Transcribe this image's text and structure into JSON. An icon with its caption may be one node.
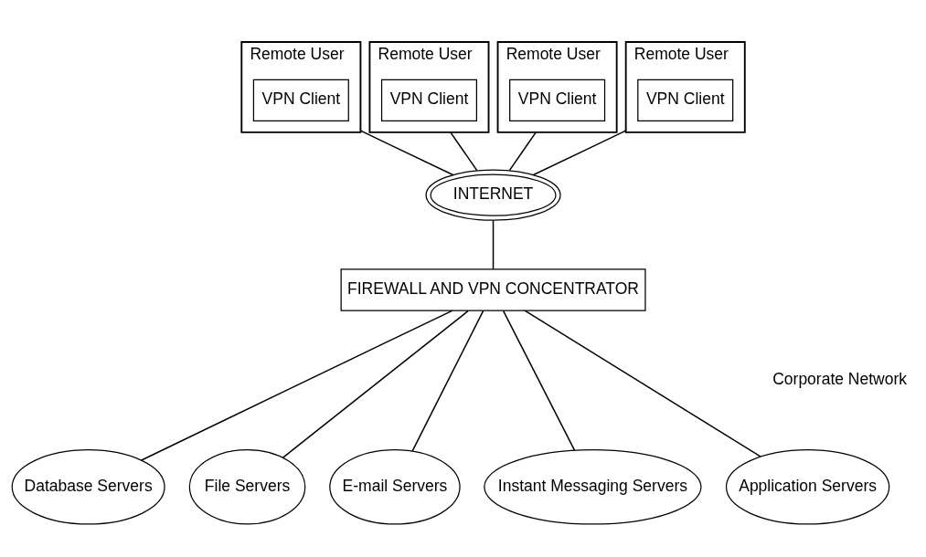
{
  "diagram": {
    "nodes": [
      {
        "text": [
          "Remote User"
        ]
      },
      {
        "text": [
          "VPN Client"
        ],
        "in": 0
      },
      {
        "text": [
          "Remote User"
        ]
      },
      {
        "text": [
          "VPN Client"
        ],
        "in": 2
      },
      {
        "text": [
          "Remote User"
        ]
      },
      {
        "text": [
          "VPN Client"
        ],
        "in": 4
      },
      {
        "text": [
          "Remote User"
        ]
      },
      {
        "text": [
          "VPN Client"
        ],
        "in": 6
      },
      {
        "text": [
          "INTERNET"
        ]
      },
      {
        "text": [
          "FIREWALL AND VPN CONCENTRATOR"
        ]
      },
      {
        "text": [
          "Database Servers"
        ]
      },
      {
        "text": [
          "File Servers"
        ]
      },
      {
        "text": [
          "E-mail Servers"
        ]
      },
      {
        "text": [
          "Instant Messaging Servers"
        ]
      },
      {
        "text": [
          "Application Servers"
        ]
      }
    ],
    "edges": [
      {
        "from": 0,
        "to": 8,
        "arrow": "none"
      },
      {
        "from": 2,
        "to": 8,
        "arrow": "none"
      },
      {
        "from": 4,
        "to": 8,
        "arrow": "none"
      },
      {
        "from": 6,
        "to": 8,
        "arrow": "none"
      },
      {
        "from": 8,
        "to": 9,
        "arrow": "none"
      },
      {
        "from": 9,
        "to": 10,
        "arrow": "none"
      },
      {
        "from": 9,
        "to": 11,
        "arrow": "none"
      },
      {
        "from": 9,
        "to": 12,
        "arrow": "none"
      },
      {
        "from": 9,
        "to": 13,
        "arrow": "none"
      },
      {
        "from": 9,
        "to": 14,
        "arrow": "none"
      }
    ],
    "labels": [
      "Corporate Network"
    ]
  }
}
